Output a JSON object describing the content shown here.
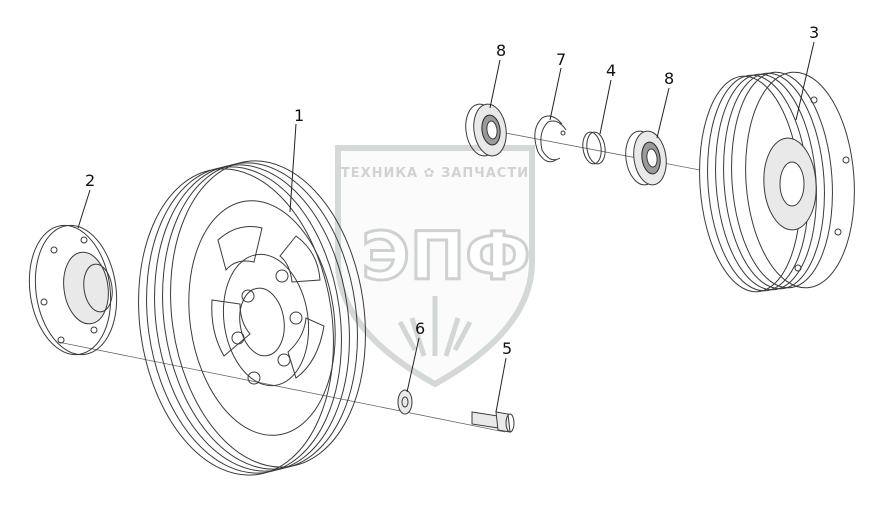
{
  "watermark": {
    "top_text": "ТЕХНИКА ✿ ЗАПЧАСТИ",
    "logo_text": "ЭПФ"
  },
  "callouts": {
    "pulley_main": "1",
    "flange": "2",
    "pulley_rear": "3",
    "spacer_ring": "4",
    "bolt": "5",
    "washer": "6",
    "retaining_ring": "7",
    "bearing_left": "8",
    "bearing_right": "8"
  },
  "colors": {
    "line": "#3a3a3a",
    "watermark": "#cdd1d1",
    "background": "#ffffff"
  }
}
